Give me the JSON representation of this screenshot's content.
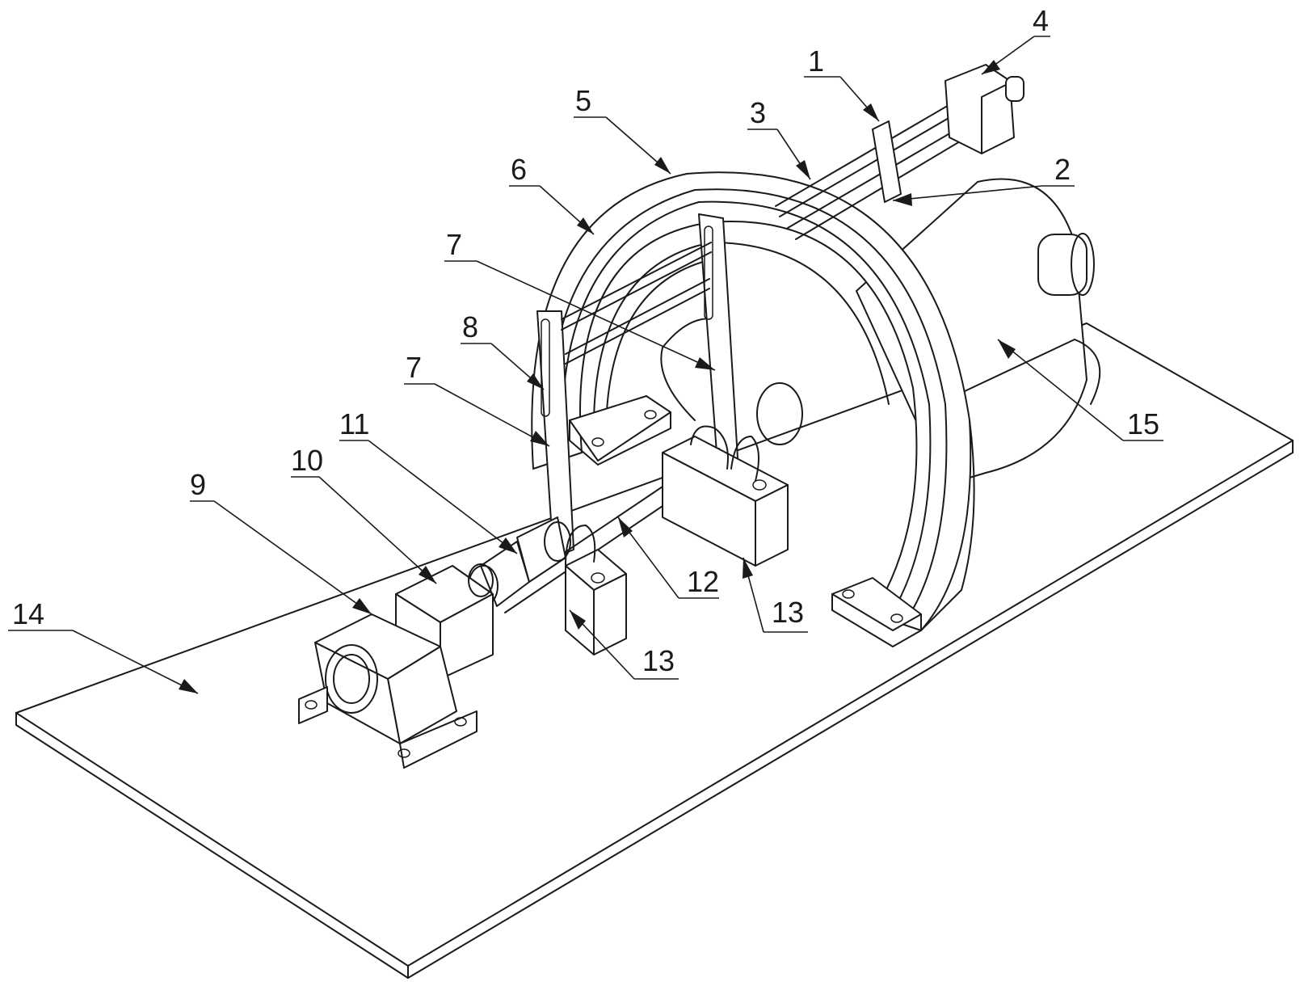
{
  "callouts": [
    {
      "id": "c1",
      "text": "1"
    },
    {
      "id": "c2",
      "text": "2"
    },
    {
      "id": "c3",
      "text": "3"
    },
    {
      "id": "c4",
      "text": "4"
    },
    {
      "id": "c5",
      "text": "5"
    },
    {
      "id": "c6",
      "text": "6"
    },
    {
      "id": "c7a",
      "text": "7"
    },
    {
      "id": "c7b",
      "text": "7"
    },
    {
      "id": "c8",
      "text": "8"
    },
    {
      "id": "c9",
      "text": "9"
    },
    {
      "id": "c10",
      "text": "10"
    },
    {
      "id": "c11",
      "text": "11"
    },
    {
      "id": "c12",
      "text": "12"
    },
    {
      "id": "c13a",
      "text": "13"
    },
    {
      "id": "c13b",
      "text": "13"
    },
    {
      "id": "c14",
      "text": "14"
    },
    {
      "id": "c15",
      "text": "15"
    }
  ]
}
